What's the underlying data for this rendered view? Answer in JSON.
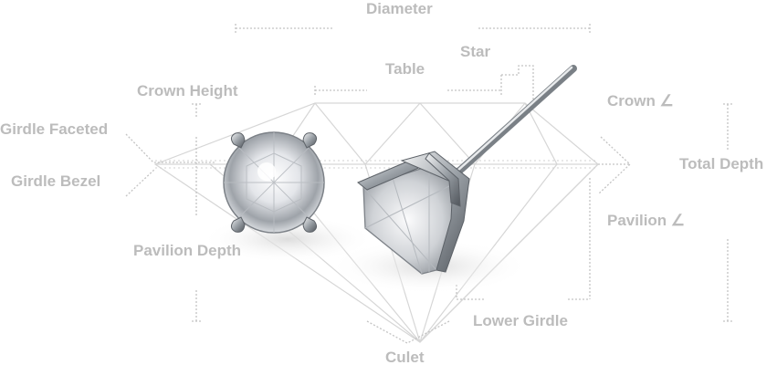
{
  "labels": {
    "diameter": "Diameter",
    "star": "Star",
    "table": "Table",
    "crown_height": "Crown Height",
    "crown_angle": "Crown ∠",
    "girdle_faceted": "Girdle Faceted",
    "girdle_bezel": "Girdle Bezel",
    "total_depth": "Total Depth",
    "pavilion_angle": "Pavilion ∠",
    "pavilion_depth": "Pavilion Depth",
    "lower_girdle": "Lower Girdle",
    "culet": "Culet"
  },
  "colors": {
    "background": "#ffffff",
    "label_text": "#bcbcbc",
    "guide_lines": "#c4c4c4",
    "metal": "#9aa0a6",
    "diamond": "#e2e4e7"
  },
  "subject": {
    "earring_left": "round-diamond-stud-front-view",
    "earring_right": "round-diamond-stud-side-view-with-post"
  }
}
